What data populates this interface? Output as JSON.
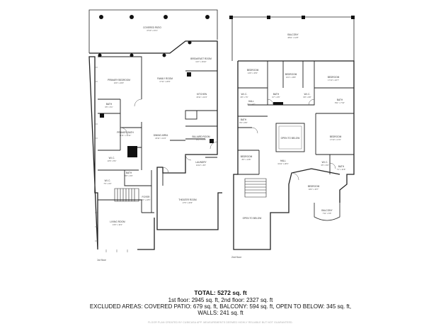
{
  "floors": [
    {
      "label": "1st floor",
      "rooms": [
        {
          "name": "COVERED PATIO",
          "dims": "47'10\" x 15'1\""
        },
        {
          "name": "BREAKFAST ROOM",
          "dims": "11'2\" x 16'10\""
        },
        {
          "name": "PRIMARY BEDROOM",
          "dims": "16'0\" x 20'9\""
        },
        {
          "name": "FAMILY ROOM",
          "dims": "17'11\" x 20'9\""
        },
        {
          "name": "KITCHEN",
          "dims": "15'11\" x 16'4\""
        },
        {
          "name": "BATH",
          "dims": "6'5\" x 5'1\""
        },
        {
          "name": "PRIMARY BATH",
          "dims": "11'11\" x 13'11\""
        },
        {
          "name": "DINING AREA",
          "dims": "20'11\" x 13'4\""
        },
        {
          "name": "BILLIARD ROOM",
          "dims": "15'2\" x 17'5\""
        },
        {
          "name": "W.I.C.",
          "dims": "13'6\" x 8'4\""
        },
        {
          "name": "LAUNDRY",
          "dims": "11'10\" x 6'0\""
        },
        {
          "name": "BATH",
          "dims": "5'8\" x 6'9\""
        },
        {
          "name": "W.I.C.",
          "dims": "7'6\" x 6'0\""
        },
        {
          "name": "FOYER",
          "dims": "8'0\" x 10'5\""
        },
        {
          "name": "THEATER ROOM",
          "dims": "27'6\" x 23'9\""
        },
        {
          "name": "LIVING ROOM",
          "dims": "13'0\" x 16'1\""
        }
      ]
    },
    {
      "label": "2nd floor",
      "rooms": [
        {
          "name": "BALCONY",
          "dims": "48'11\" x 12'8\""
        },
        {
          "name": "BEDROOM",
          "dims": "14'9\" x 15'3\""
        },
        {
          "name": "BEDROOM",
          "dims": "16'4\" x 15'8\""
        },
        {
          "name": "BEDROOM",
          "dims": "17'10\" x 20'7\""
        },
        {
          "name": "W.I.C.",
          "dims": "4'8\" x 7'6\""
        },
        {
          "name": "BATH",
          "dims": "9'7\" x 6'5\""
        },
        {
          "name": "W.I.C.",
          "dims": "6'8\" x 6'8\""
        },
        {
          "name": "BATH",
          "dims": "8'11\" x 7'10\""
        },
        {
          "name": "HALL",
          "dims": "6'1\" x 4'2\""
        },
        {
          "name": "BATH",
          "dims": "8'4\" x 8'9\""
        },
        {
          "name": "OPEN TO BELOW",
          "dims": ""
        },
        {
          "name": "BEDROOM",
          "dims": "17'10\" x 17'0\""
        },
        {
          "name": "BEDROOM",
          "dims": "8'6\" x 14'8\""
        },
        {
          "name": "HALL",
          "dims": "31'11\" x 28'1\""
        },
        {
          "name": "W.I.C.",
          "dims": "3'5\" x 5'0\""
        },
        {
          "name": "BATH",
          "dims": "7'1\" x 11'8\""
        },
        {
          "name": "BEDROOM",
          "dims": "18'2\" x 15'7\""
        },
        {
          "name": "OPEN TO BELOW",
          "dims": ""
        },
        {
          "name": "BALCONY",
          "dims": "7'11\" x 6'5\""
        }
      ]
    }
  ],
  "summary": {
    "total": "TOTAL: 5272 sq. ft",
    "line1": "1st floor: 2945 sq. ft, 2nd floor: 2327 sq. ft",
    "line2": "EXCLUDED AREAS: COVERED PATIO: 679 sq. ft, BALCONY: 594 sq. ft, OPEN TO BELOW: 345 sq. ft,",
    "line3": "WALLS: 241 sq. ft"
  },
  "footer_note": "FLOOR PLAN CREATED BY CUBICASA APP. MEASUREMENTS DEEMED HIGHLY RELIABLE BUT NOT GUARANTEED."
}
